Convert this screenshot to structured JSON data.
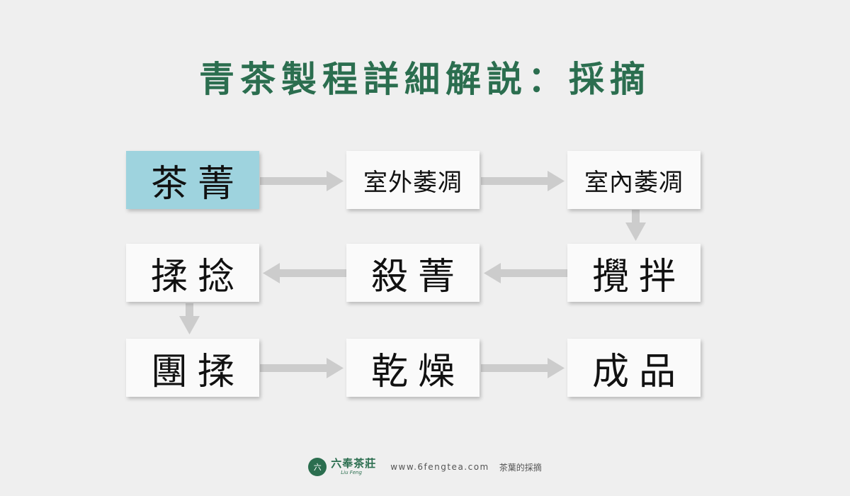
{
  "title": "青茶製程詳細解説：採摘",
  "steps": [
    {
      "label": "茶菁"
    },
    {
      "label": "室外萎凋"
    },
    {
      "label": "室內萎凋"
    },
    {
      "label": "揉捻"
    },
    {
      "label": "殺菁"
    },
    {
      "label": "攪拌"
    },
    {
      "label": "團揉"
    },
    {
      "label": "乾燥"
    },
    {
      "label": "成品"
    }
  ],
  "colors": {
    "title": "#2b6e4f",
    "active_box": "#9ed3de",
    "box": "#fafafa",
    "arrow": "#cccccc",
    "background": "#efefef"
  },
  "footer": {
    "logo_icon": "六",
    "brand_name": "六奉茶莊",
    "brand_sub": "Liu Feng",
    "url": "www.6fengtea.com",
    "tagline": "茶葉的採摘"
  }
}
